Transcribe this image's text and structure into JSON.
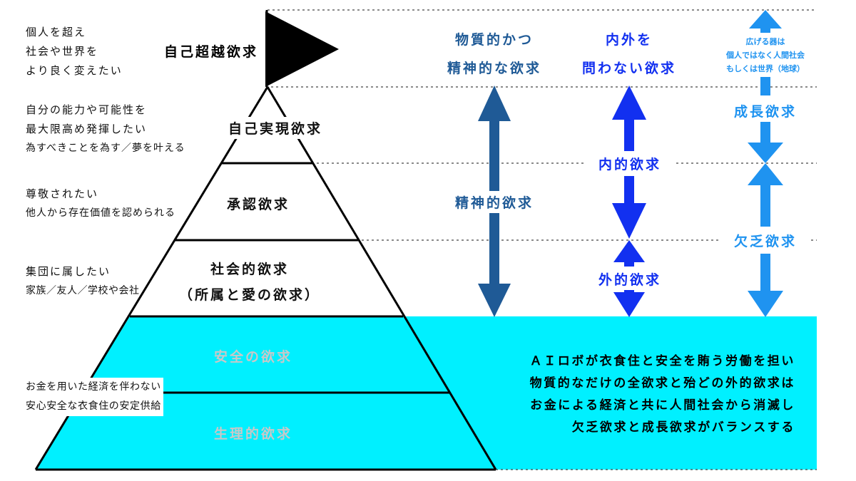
{
  "left_notes": {
    "transcend": [
      "個人を超え",
      "社会や世界を",
      "より良く変えたい"
    ],
    "actualization": [
      "自分の能力や可能性を",
      "最大限高め発揮したい",
      "為すべきことを為す／夢を叶える"
    ],
    "esteem": [
      "尊敬されたい",
      "他人から存在価値を認められる"
    ],
    "social": [
      "集団に属したい",
      "家族／友人／学校や会社"
    ],
    "basic": [
      "お金を用いた経済を伴わない",
      "安心安全な衣食住の安定供給"
    ]
  },
  "pyramid": {
    "self_transcendence": "自己超越欲求",
    "self_actualization": "自己実現欲求",
    "esteem": "承認欲求",
    "social": [
      "社会的欲求",
      "（所属と愛の欲求）"
    ],
    "safety": "安全の欲求",
    "physiological": "生理的欲求"
  },
  "columns": {
    "spiritual": {
      "header": [
        "物質的かつ",
        "精神的な欲求"
      ],
      "arrow_label": "精神的欲求"
    },
    "inout": {
      "header": [
        "内外を",
        "問わない欲求"
      ],
      "inner": "内的欲求",
      "outer": "外的欲求"
    },
    "growth": {
      "header": [
        "広げる器は",
        "個人ではなく人間社会",
        "もしくは世界（地球）"
      ],
      "growth": "成長欲求",
      "deficiency": "欠乏欲求"
    }
  },
  "bottom_message": [
    "ＡＩロボが衣食住と安全を賄う労働を担い",
    "物質的なだけの全欲求と殆どの外的欲求は",
    "お金による経済と共に人間社会から消滅し",
    "欠乏欲求と成長欲求がバランスする"
  ],
  "colors": {
    "cyan": "#00f0ff",
    "dark_blue": "#1f5a96",
    "blue": "#1230f0",
    "light_blue": "#1f93f0",
    "flag": "#000000"
  }
}
